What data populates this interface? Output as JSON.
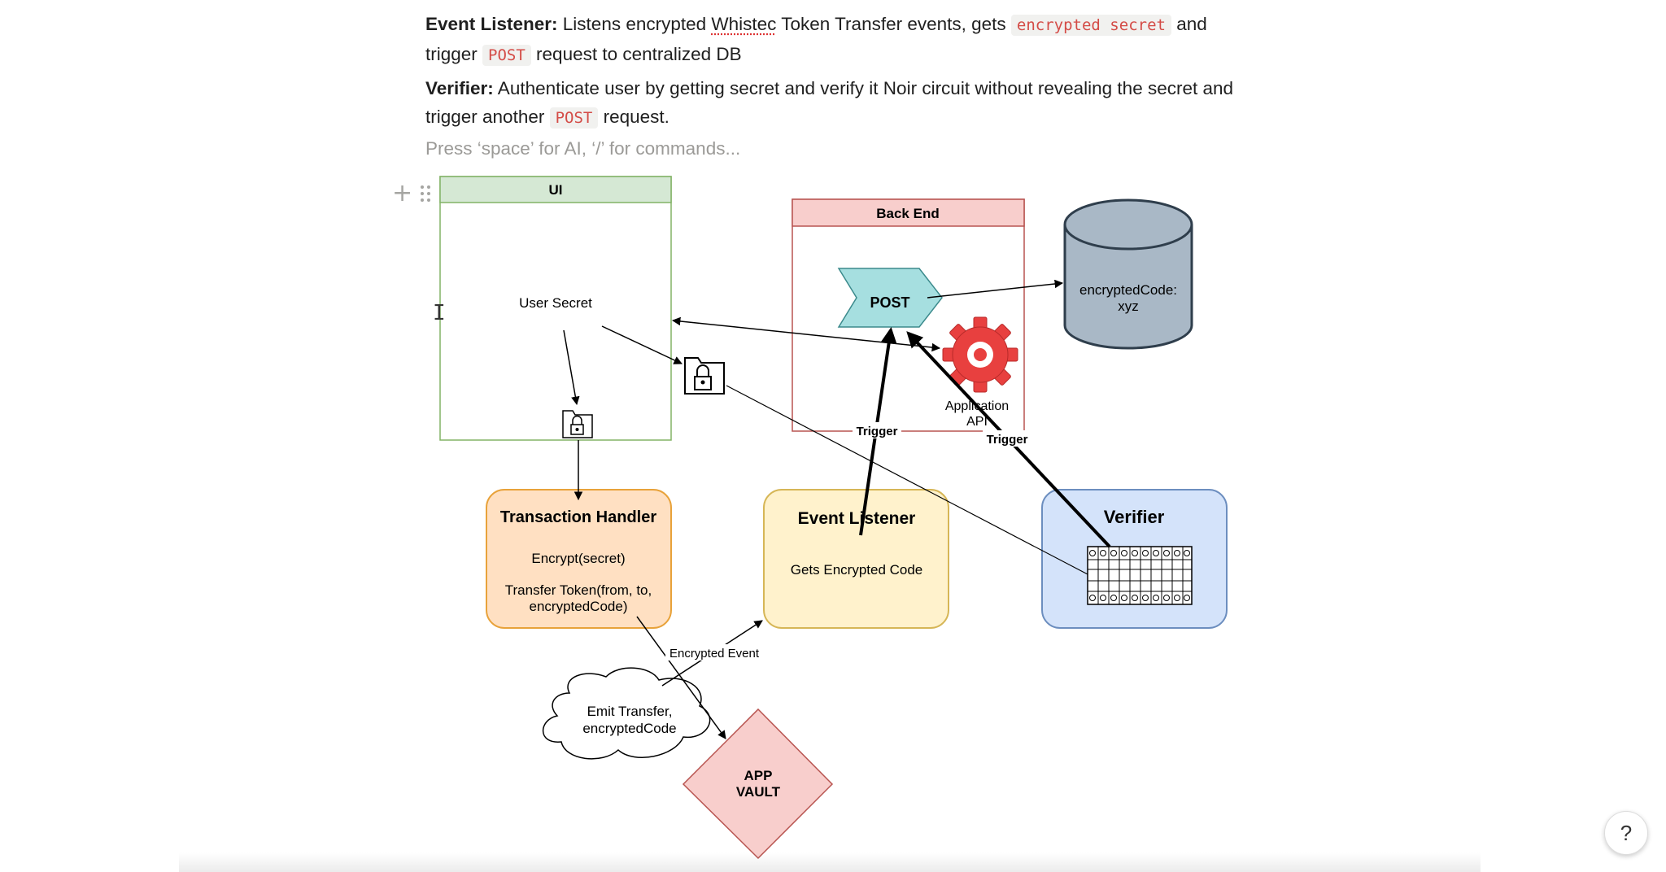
{
  "text_blocks": {
    "event_listener": {
      "label": "Event Listener:",
      "text_1": " Listens encrypted ",
      "word_underlined": "Whistec",
      "text_2": " Token Transfer events, gets ",
      "code_1": "encrypted secret",
      "text_3": " and trigger ",
      "code_2": "POST",
      "text_4": " request to centralized DB"
    },
    "verifier": {
      "label": "Verifier:",
      "text_1": " Authenticate user by getting secret and verify it Noir circuit without revealing the secret and trigger another ",
      "code": "POST",
      "text_2": " request."
    },
    "placeholder": "Press ‘space’ for AI, ‘/’ for commands..."
  },
  "diagram": {
    "ui_box": {
      "title": "UI",
      "secret_label": "User Secret"
    },
    "backend_box": {
      "title": "Back End",
      "post_label": "POST",
      "api_label_1": "Application",
      "api_label_2": "API"
    },
    "database": {
      "line1": "encryptedCode:",
      "line2": "xyz"
    },
    "transaction_handler": {
      "title": "Transaction Handler",
      "line1": "Encrypt(secret)",
      "line2": "Transfer Token(from, to,",
      "line3": "encryptedCode)"
    },
    "event_listener": {
      "title": "Event Listener",
      "line1": "Gets Encrypted Code"
    },
    "verifier": {
      "title": "Verifier"
    },
    "cloud": {
      "line1": "Emit Transfer,",
      "line2": "encryptedCode"
    },
    "vault": {
      "line1": "APP",
      "line2": "VAULT"
    },
    "edge_labels": {
      "trigger_1": "Trigger",
      "trigger_2": "Trigger",
      "encrypted_event": "Encrypted Event"
    }
  },
  "help": {
    "label": "?"
  },
  "colors": {
    "ui_fill": "#d5e8d4",
    "ui_stroke": "#82b366",
    "backend_fill": "#f8cecc",
    "backend_stroke": "#b85450",
    "post_fill": "#a6dfe0",
    "post_stroke": "#3b8a8c",
    "db_fill": "#a9b8c6",
    "db_stroke": "#2f3e4c",
    "handler_fill": "#ffe0c2",
    "handler_stroke": "#e8a23a",
    "listener_fill": "#fff2cc",
    "listener_stroke": "#d6b656",
    "verifier_fill": "#d4e3fa",
    "verifier_stroke": "#6c8ebf",
    "gear": "#e8403f",
    "code_text": "#d44c47"
  },
  "icons": [
    "plus-icon",
    "drag-handle-icon",
    "text-cursor-icon",
    "locked-folder-icon",
    "gear-icon",
    "grid-circuit-icon",
    "help-icon"
  ]
}
